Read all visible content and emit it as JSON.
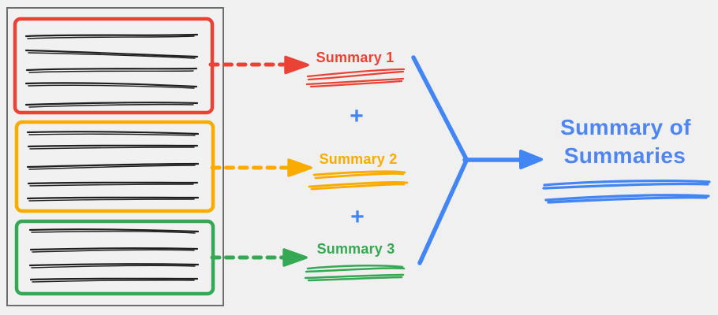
{
  "background_color": "#F0F0F0",
  "colors": {
    "red": "#EA4335",
    "orange": "#F9AB00",
    "green": "#34A853",
    "blue": "#4285F4",
    "blue_text": "#4D86F2",
    "ink": "#1F1F1F",
    "frame_gray": "#6E6E6E",
    "document_fill": "#F1F1F1"
  },
  "document": {
    "sections": [
      {
        "color": "#EA4335",
        "text_lines": 5
      },
      {
        "color": "#F9AB00",
        "text_lines": 5
      },
      {
        "color": "#34A853",
        "text_lines": 4
      }
    ]
  },
  "summaries": [
    {
      "label": "Summary 1",
      "color": "#EA4335"
    },
    {
      "label": "Summary 2",
      "color": "#F9AB00"
    },
    {
      "label": "Summary 3",
      "color": "#34A853"
    }
  ],
  "operators": {
    "plus": "+"
  },
  "result": {
    "title_line1": "Summary of",
    "title_line2": "Summaries",
    "color": "#4D86F2"
  }
}
